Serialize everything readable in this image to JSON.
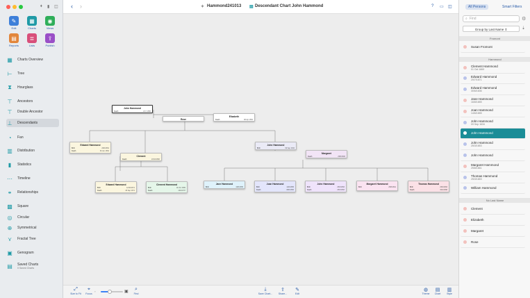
{
  "topbar": {
    "file_name": "Hammond241013",
    "chart_title": "Descendant Chart John Hammond"
  },
  "sidebar": {
    "tools": [
      {
        "label": "Edit",
        "color": "#3d7fd9",
        "icon": "pencil-icon"
      },
      {
        "label": "Charts",
        "color": "#1f9aa6",
        "icon": "charts-icon"
      },
      {
        "label": "Views",
        "color": "#2fae5a",
        "icon": "eye-icon"
      },
      {
        "label": "Reports",
        "color": "#e2863b",
        "icon": "reports-icon"
      },
      {
        "label": "Lists",
        "color": "#d84f7a",
        "icon": "lists-icon"
      },
      {
        "label": "Publish",
        "color": "#9a4fc7",
        "icon": "publish-icon"
      }
    ],
    "items": [
      {
        "label": "Charts Overview",
        "sub": ""
      },
      {
        "label": "Tree",
        "sub": ""
      },
      {
        "label": "Hourglass",
        "sub": ""
      },
      {
        "label": "Ancestors",
        "sub": ""
      },
      {
        "label": "Double Ancestor",
        "sub": ""
      },
      {
        "label": "Descendants",
        "sub": ""
      },
      {
        "label": "Fan",
        "sub": ""
      },
      {
        "label": "Distribution",
        "sub": ""
      },
      {
        "label": "Statistics",
        "sub": ""
      },
      {
        "label": "Timeline",
        "sub": ""
      },
      {
        "label": "Relationships",
        "sub": ""
      },
      {
        "label": "Square",
        "sub": ""
      },
      {
        "label": "Circular",
        "sub": ""
      },
      {
        "label": "Symmetrical",
        "sub": ""
      },
      {
        "label": "Fractal Tree",
        "sub": ""
      },
      {
        "label": "Genogram",
        "sub": ""
      },
      {
        "label": "Saved Charts",
        "sub": "0 Saved Charts"
      }
    ],
    "selected": "Descendants"
  },
  "chart": {
    "birth_label": "Birth",
    "death_label": "Death",
    "persons": [
      {
        "name": "John Hammond",
        "rows": [
          [
            "Death",
            "24 X 1650"
          ]
        ],
        "fill": "#ffffff"
      },
      {
        "name": "Rose",
        "rows": [],
        "fill": "#ffffff"
      },
      {
        "name": "Elizabeth",
        "rows": [
          [
            "Death",
            "08 Apr 1652"
          ]
        ],
        "fill": "#ffffff"
      },
      {
        "name": "Edward Hammond",
        "rows": [
          [
            "Birth",
            "26/6/1651"
          ],
          [
            "Death",
            "30 Jun 1651"
          ]
        ],
        "fill": "#fbf6df"
      },
      {
        "name": "Clement",
        "rows": [
          [
            "Death",
            "23/12/1660"
          ]
        ],
        "fill": "#fbf6df"
      },
      {
        "name": "John Hammond",
        "rows": [
          [
            "Birth",
            "09 Sep 1634"
          ]
        ],
        "fill": "#eaeaf6"
      },
      {
        "name": "Margaret",
        "rows": [
          [
            "Death",
            "25/8/1663"
          ]
        ],
        "fill": "#f2e4f6"
      },
      {
        "name": "Edward Hammond",
        "rows": [
          [
            "Birth",
            "12/10/1671"
          ],
          [
            "Death",
            "26 Sep 1671"
          ]
        ],
        "fill": "#fbf6df"
      },
      {
        "name": "Clement Hammond",
        "rows": [
          [
            "Birth",
            "01 Oct 1669"
          ],
          [
            "Death",
            "13/4/1707"
          ]
        ],
        "fill": "#e5f6e9"
      },
      {
        "name": "Jane Hammond",
        "rows": [
          [
            "Birth",
            "16/8/1655"
          ]
        ],
        "fill": "#dff2fb"
      },
      {
        "name": "Joan Hammond",
        "rows": [
          [
            "Birth",
            "14/6/1655"
          ],
          [
            "Death",
            "08/6/1656"
          ]
        ],
        "fill": "#e3e5fb"
      },
      {
        "name": "John Hammond",
        "rows": [
          [
            "Birth",
            "25/3/1653"
          ],
          [
            "Death",
            "25/3/1653"
          ]
        ],
        "fill": "#efe3fb"
      },
      {
        "name": "Margaret Hammond",
        "rows": [
          [
            "Birth",
            "25/8/1661"
          ]
        ],
        "fill": "#fbe3f1"
      },
      {
        "name": "Thomas Hammond",
        "rows": [
          [
            "Birth",
            "25/3/1653"
          ],
          [
            "Death",
            "30/4/1658"
          ]
        ],
        "fill": "#fbe1e6"
      }
    ]
  },
  "bottombar": {
    "left": [
      {
        "label": "Size to Fit",
        "icon": "fit-icon"
      },
      {
        "label": "Focus",
        "icon": "focus-icon"
      },
      {
        "label": "Find",
        "icon": "search-icon"
      }
    ],
    "zoom_level": 0.4,
    "center": [
      {
        "label": "Save Chart...",
        "icon": "save-icon"
      },
      {
        "label": "Share...",
        "icon": "share-icon"
      },
      {
        "label": "Edit",
        "icon": "edit-icon"
      }
    ],
    "right": [
      {
        "label": "Theme",
        "icon": "theme-icon"
      },
      {
        "label": "Chart",
        "icon": "chart-icon"
      },
      {
        "label": "Style",
        "icon": "style-icon"
      }
    ]
  },
  "rpanel": {
    "all_persons": "All Persons",
    "smart_filters": "Smart Filters",
    "search_placeholder": "Find",
    "group_by": "Group by Last Name",
    "sections": [
      {
        "title": "Fromont",
        "persons": [
          {
            "name": "Susan Fromont",
            "date": "",
            "gender": "f"
          }
        ]
      },
      {
        "title": "Hammond",
        "persons": [
          {
            "name": "Clement Hammond",
            "date": "01 Oct 1669",
            "gender": "f"
          },
          {
            "name": "Edward Hammond",
            "date": "20/7/1671",
            "gender": "m"
          },
          {
            "name": "Edward Hammond",
            "date": "30/6/1636",
            "gender": "m"
          },
          {
            "name": "Jane Hammond",
            "date": "16/8/1655",
            "gender": "f"
          },
          {
            "name": "Joan Hammond",
            "date": "14/6/1655",
            "gender": "f"
          },
          {
            "name": "John Hammond",
            "date": "09 Sep 1634",
            "gender": "m"
          },
          {
            "name": "John Hammond",
            "date": "",
            "gender": "m",
            "selected": true
          },
          {
            "name": "John Hammond",
            "date": "25/3/1653",
            "gender": "m"
          },
          {
            "name": "John Hammond",
            "date": "",
            "gender": "m"
          },
          {
            "name": "Margaret Hammond",
            "date": "25/8/1661",
            "gender": "f"
          },
          {
            "name": "Thomas Hammond",
            "date": "25/3/1653",
            "gender": "m"
          },
          {
            "name": "William Hammond",
            "date": "",
            "gender": "m"
          }
        ]
      },
      {
        "title": "No Last Name",
        "persons": [
          {
            "name": "Clement",
            "date": "",
            "gender": "f"
          },
          {
            "name": "Elizabeth",
            "date": "",
            "gender": "f"
          },
          {
            "name": "Margaret",
            "date": "",
            "gender": "f"
          },
          {
            "name": "Rose",
            "date": "",
            "gender": "f"
          }
        ]
      }
    ],
    "male_color": "#b9c3ea",
    "female_color": "#f2c1bd"
  }
}
